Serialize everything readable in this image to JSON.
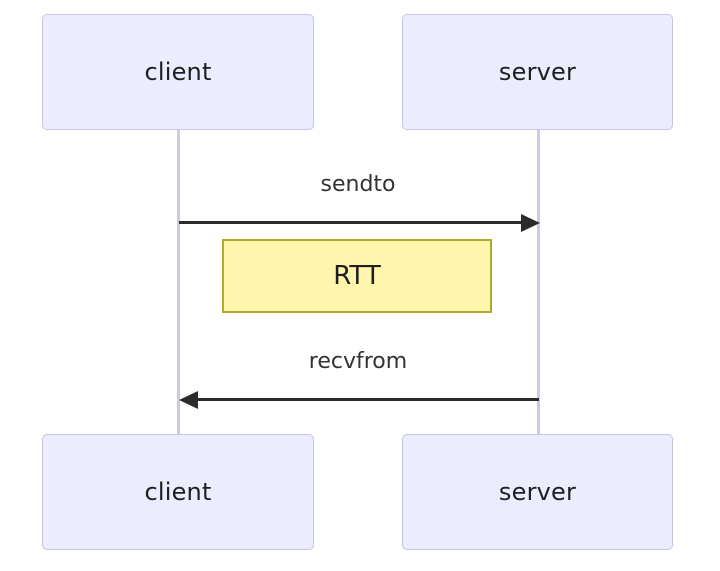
{
  "diagram": {
    "type": "sequence-diagram",
    "title": "",
    "background_color": "#ffffff",
    "participants": [
      {
        "id": "client",
        "label": "client",
        "lifeline_color": "#cdc9e8",
        "box_fill": "#ececff",
        "box_border": "#c8c4e8"
      },
      {
        "id": "server",
        "label": "server",
        "lifeline_color": "#cdc9e8",
        "box_fill": "#ececff",
        "box_border": "#c8c4e8"
      }
    ],
    "top_actors": [
      {
        "label": "client"
      },
      {
        "label": "server"
      }
    ],
    "bottom_actors": [
      {
        "label": "client"
      },
      {
        "label": "server"
      }
    ],
    "messages": [
      {
        "id": "sendto",
        "label": "sendto",
        "from": "client",
        "to": "server",
        "direction": "right",
        "arrow_color": "#2b2b2b",
        "text_color": "#333333"
      },
      {
        "id": "recvfrom",
        "label": "recvfrom",
        "from": "server",
        "to": "client",
        "direction": "left",
        "arrow_color": "#2b2b2b",
        "text_color": "#333333"
      }
    ],
    "notes": [
      {
        "id": "rtt",
        "label": "RTT",
        "fill": "#fff5ad",
        "border": "#aaaa33",
        "text_color": "#1f1f1f",
        "span": "client-to-server"
      }
    ]
  }
}
